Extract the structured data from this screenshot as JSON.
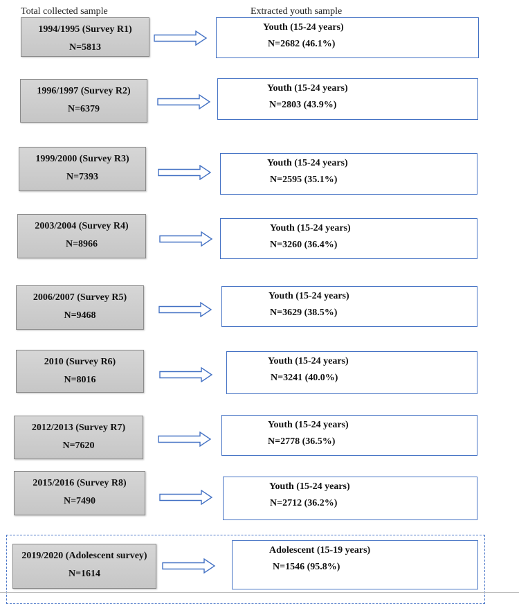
{
  "headers": {
    "left": "Total collected sample",
    "right": "Extracted youth sample"
  },
  "rows": [
    {
      "survey": "1994/1995 (Survey R1)",
      "total": "N=5813",
      "group": "Youth (15-24 years)",
      "extracted": "N=2682 (46.1%)"
    },
    {
      "survey": "1996/1997 (Survey R2)",
      "total": "N=6379",
      "group": "Youth (15-24 years)",
      "extracted": "N=2803 (43.9%)"
    },
    {
      "survey": "1999/2000 (Survey R3)",
      "total": "N=7393",
      "group": "Youth (15-24 years)",
      "extracted": "N=2595 (35.1%)"
    },
    {
      "survey": "2003/2004 (Survey R4)",
      "total": "N=8966",
      "group": "Youth (15-24 years)",
      "extracted": "N=3260 (36.4%)"
    },
    {
      "survey": "2006/2007 (Survey R5)",
      "total": "N=9468",
      "group": "Youth (15-24 years)",
      "extracted": "N=3629 (38.5%)"
    },
    {
      "survey": "2010 (Survey R6)",
      "total": "N=8016",
      "group": "Youth (15-24 years)",
      "extracted": "N=3241 (40.0%)"
    },
    {
      "survey": "2012/2013 (Survey R7)",
      "total": "N=7620",
      "group": "Youth (15-24 years)",
      "extracted": "N=2778 (36.5%)"
    },
    {
      "survey": "2015/2016 (Survey R8)",
      "total": "N=7490",
      "group": "Youth (15-24 years)",
      "extracted": "N=2712 (36.2%)"
    },
    {
      "survey": "2019/2020 (Adolescent survey)",
      "total": "N=1614",
      "group": "Adolescent (15-19 years)",
      "extracted": "N=1546 (95.8%)"
    }
  ],
  "colors": {
    "left_box_fill": "#cfcfcf",
    "right_box_border": "#4472c4",
    "arrow_outline": "#4472c4",
    "dashed_frame": "#4a76c8"
  },
  "icons": {
    "connector": "hollow-right-arrow-icon"
  }
}
